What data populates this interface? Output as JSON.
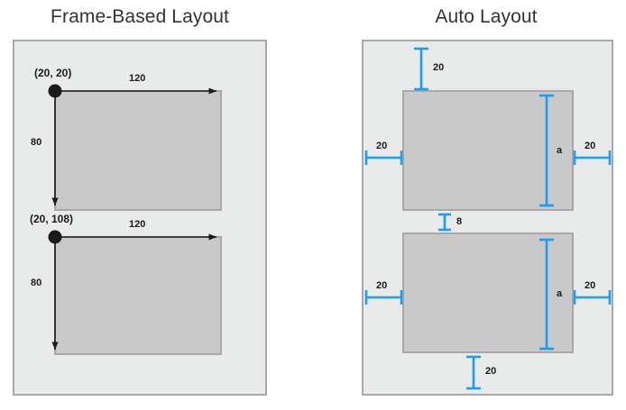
{
  "figure": {
    "panels": [
      {
        "id": "frame-based",
        "title": "Frame-Based Layout",
        "style": "absolute-coordinates",
        "annotation_color": "#1a1a1a",
        "children": [
          {
            "id": "frame-box-1",
            "origin_label": "(20, 20)",
            "width_label": "120",
            "height_label": "80"
          },
          {
            "id": "frame-box-2",
            "origin_label": "(20, 108)",
            "width_label": "120",
            "height_label": "80"
          }
        ]
      },
      {
        "id": "auto-layout",
        "title": "Auto Layout",
        "style": "constraint-based",
        "annotation_color": "#1e9cf0",
        "children": [
          {
            "id": "auto-box-1",
            "margin_top_label": "20",
            "margin_left_label": "20",
            "margin_right_label": "20",
            "height_label": "a"
          },
          {
            "id": "auto-box-2",
            "margin_left_label": "20",
            "margin_right_label": "20",
            "margin_bottom_label": "20",
            "height_label": "a"
          }
        ],
        "gap_label": "8"
      }
    ]
  },
  "colors": {
    "panel_fill": "#e9eaea",
    "panel_border": "#a8a8a8",
    "child_fill": "#c9c9c9",
    "child_border": "#a8a8a8",
    "dimension_blue": "#1e9cf0",
    "dimension_black": "#1a1a1a",
    "title_text": "#333333"
  }
}
